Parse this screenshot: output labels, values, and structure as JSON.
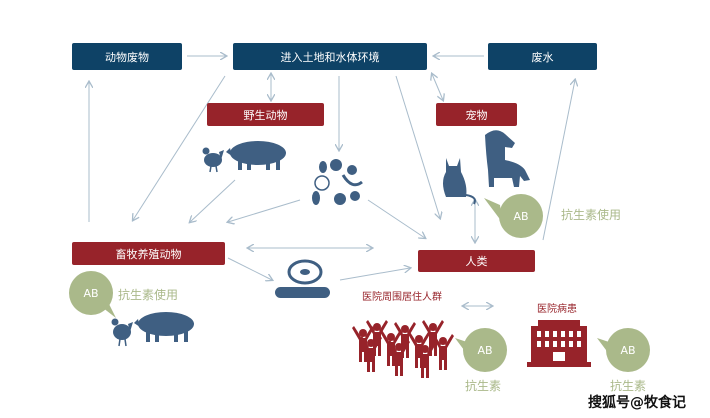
{
  "nodes": {
    "animal_waste": "动物废物",
    "environment": "进入土地和水体环境",
    "wastewater": "废水",
    "wildlife": "野生动物",
    "pets": "宠物",
    "livestock": "畜牧养殖动物",
    "humans": "人类",
    "community": "医院周围居住人群",
    "patients": "医院病患"
  },
  "antibiotic": {
    "badge": "AB",
    "use_label": "抗生素使用",
    "label": "抗生素"
  },
  "watermark": "搜狐号@牧食记",
  "colors": {
    "navy": "#0e4266",
    "red": "#97232a",
    "green": "#aab98a",
    "arrow": "#a9bccb",
    "icon": "#3f5f82"
  }
}
